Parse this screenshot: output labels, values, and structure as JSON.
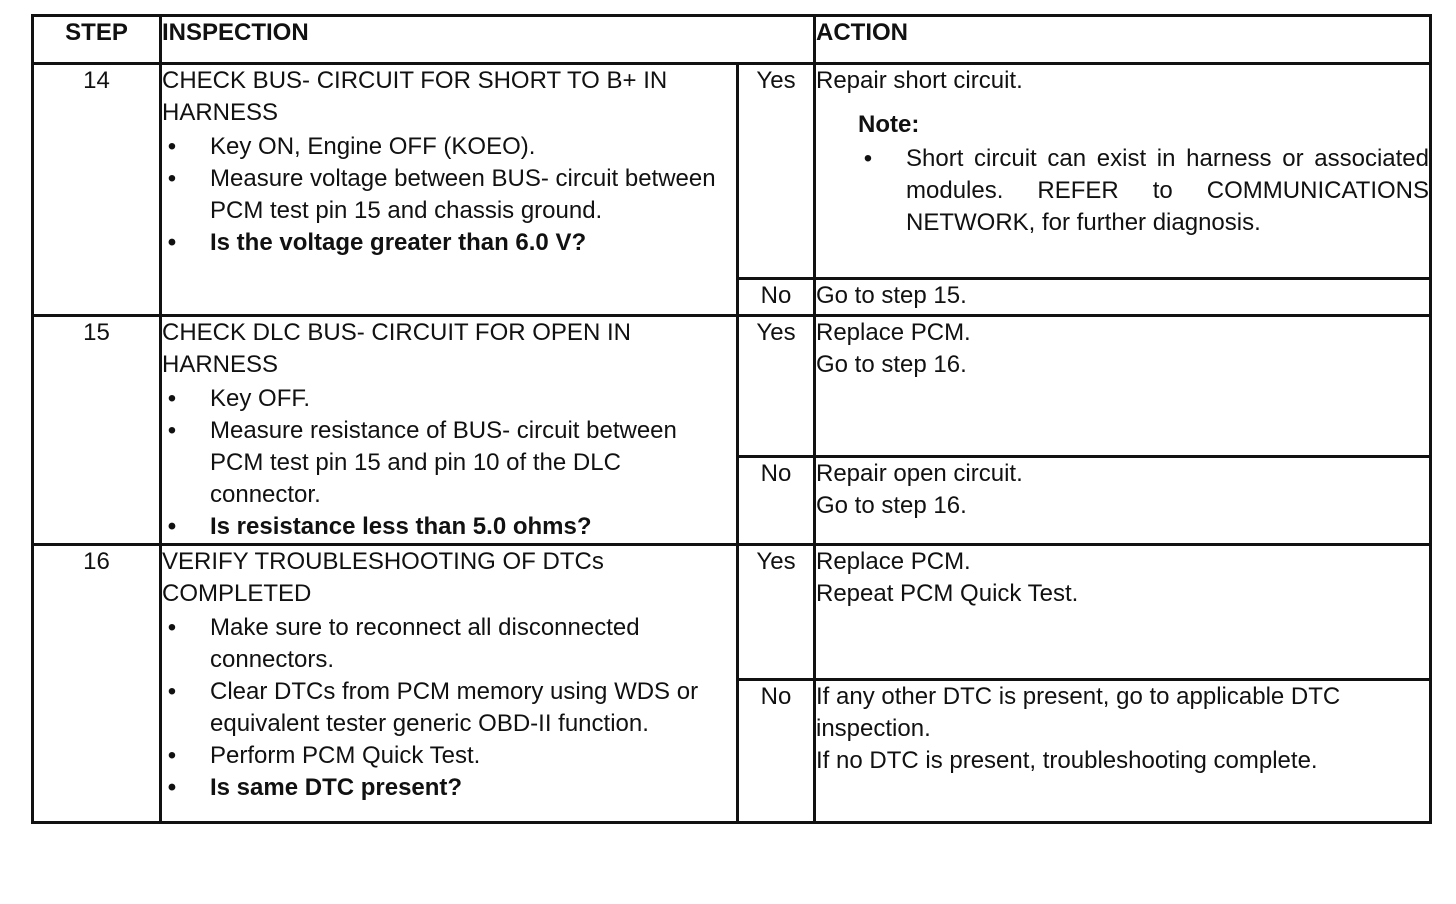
{
  "header": {
    "step": "STEP",
    "inspection": "INSPECTION",
    "action": "ACTION"
  },
  "rows": [
    {
      "step": "14",
      "title": "CHECK BUS- CIRCUIT FOR SHORT TO B+ IN HARNESS",
      "bullets": [
        "Key ON, Engine OFF (KOEO).",
        "Measure voltage between BUS- circuit between PCM test pin 15 and chassis ground."
      ],
      "question": "Is the voltage greater than 6.0 V?",
      "yes_label": "Yes",
      "yes_action": [
        "Repair short circuit."
      ],
      "note_label": "Note:",
      "note_text": "Short circuit can exist in harness or associated modules. REFER to COMMUNICATIONS NETWORK, for further diagnosis.",
      "no_label": "No",
      "no_action": [
        "Go to step 15."
      ]
    },
    {
      "step": "15",
      "title": "CHECK DLC BUS- CIRCUIT FOR OPEN IN HARNESS",
      "bullets": [
        "Key OFF.",
        "Measure resistance of BUS- circuit between PCM test pin 15 and pin 10 of the DLC connector."
      ],
      "question": "Is resistance less than 5.0 ohms?",
      "yes_label": "Yes",
      "yes_action": [
        "Replace PCM.",
        "Go to step 16."
      ],
      "no_label": "No",
      "no_action": [
        "Repair open circuit.",
        "Go to step 16."
      ]
    },
    {
      "step": "16",
      "title": "VERIFY TROUBLESHOOTING OF DTCs COMPLETED",
      "bullets": [
        "Make sure to reconnect all disconnected connectors.",
        "Clear DTCs from PCM memory using WDS or equivalent tester generic OBD-II function.",
        "Perform PCM Quick Test."
      ],
      "question": "Is same DTC present?",
      "yes_label": "Yes",
      "yes_action": [
        "Replace PCM.",
        "Repeat PCM Quick Test."
      ],
      "no_label": "No",
      "no_action": [
        "If any other DTC is present, go to applicable DTC inspection.",
        "If no DTC is present, troubleshooting complete."
      ]
    }
  ]
}
